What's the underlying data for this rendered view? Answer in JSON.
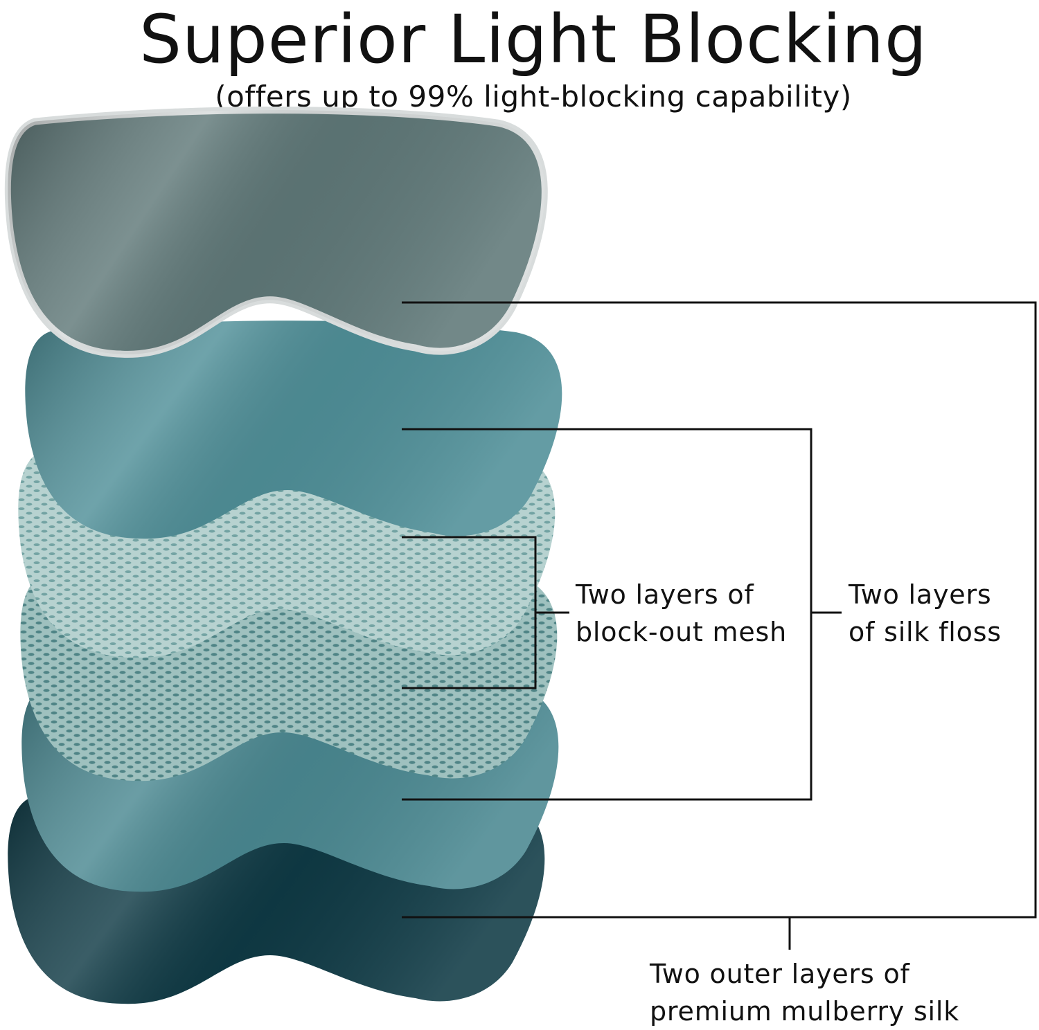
{
  "header": {
    "title": "Superior Light Blocking",
    "subtitle": "(offers up to 99% light-blocking capability)"
  },
  "layers": [
    {
      "name": "top silk layer",
      "color": "#5f7878",
      "highlight": "#93a8a6",
      "piping": "#d8dcdc"
    },
    {
      "name": "silk floss layer 1",
      "color": "#4f8f98",
      "highlight": "#7fb6bf"
    },
    {
      "name": "block-out mesh layer 1",
      "color": "#b7d2d0",
      "dots": "#73a3a3"
    },
    {
      "name": "block-out mesh layer 2",
      "color": "#9fc1bf",
      "dots": "#4f8486"
    },
    {
      "name": "silk floss layer 2",
      "color": "#4a8891",
      "highlight": "#7ab2bb"
    },
    {
      "name": "bottom silk layer",
      "color": "#0f3a45",
      "highlight": "#1f5a66"
    }
  ],
  "callouts": {
    "mesh": {
      "line1": "Two layers of",
      "line2": "block-out mesh"
    },
    "floss": {
      "line1": "Two layers",
      "line2": "of silk floss"
    },
    "outer": {
      "line1": "Two outer layers of",
      "line2": "premium mulberry silk"
    }
  },
  "colors": {
    "line": "#111111",
    "text": "#111111",
    "background": "#ffffff"
  }
}
